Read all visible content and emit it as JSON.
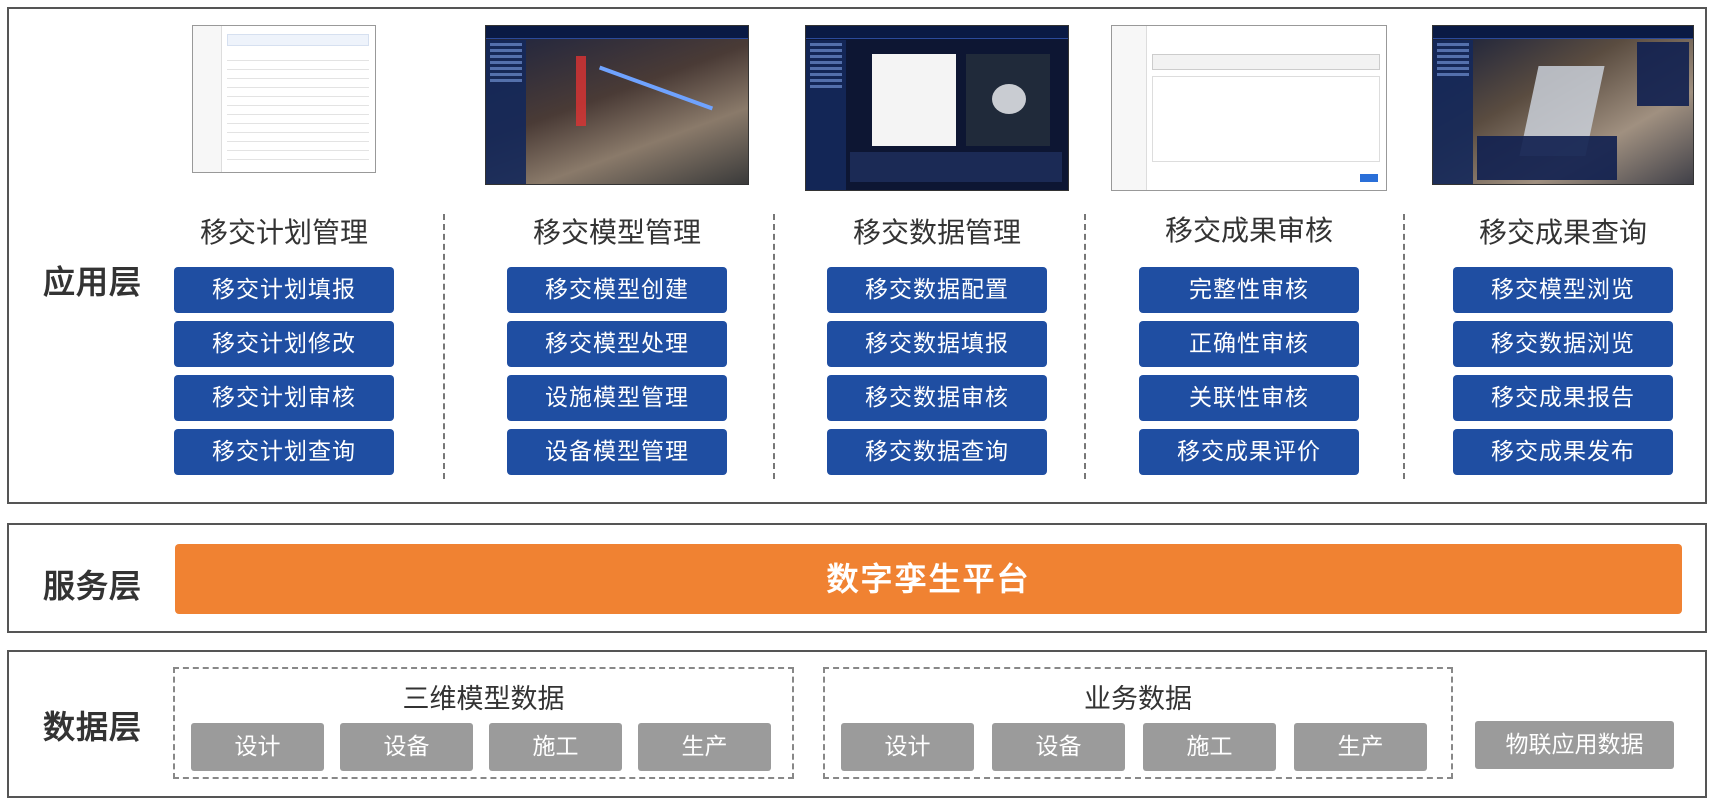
{
  "layers": {
    "application": {
      "label": "应用层",
      "columns": [
        {
          "title": "移交计划管理",
          "thumb": "table-list-screenshot",
          "items": [
            "移交计划填报",
            "移交计划修改",
            "移交计划审核",
            "移交计划查询"
          ]
        },
        {
          "title": "移交模型管理",
          "thumb": "3d-terrain-screenshot",
          "items": [
            "移交模型创建",
            "移交模型处理",
            "设施模型管理",
            "设备模型管理"
          ]
        },
        {
          "title": "移交数据管理",
          "thumb": "drawing-viewer-screenshot",
          "items": [
            "移交数据配置",
            "移交数据填报",
            "移交数据审核",
            "移交数据查询"
          ]
        },
        {
          "title": "移交成果审核",
          "thumb": "review-form-screenshot",
          "items": [
            "完整性审核",
            "正确性审核",
            "关联性审核",
            "移交成果评价"
          ]
        },
        {
          "title": "移交成果查询",
          "thumb": "3d-model-browse-screenshot",
          "items": [
            "移交模型浏览",
            "移交数据浏览",
            "移交成果报告",
            "移交成果发布"
          ]
        }
      ]
    },
    "service": {
      "label": "服务层",
      "platform": "数字孪生平台"
    },
    "data": {
      "label": "数据层",
      "groups": [
        {
          "title": "三维模型数据",
          "items": [
            "设计",
            "设备",
            "施工",
            "生产"
          ]
        },
        {
          "title": "业务数据",
          "items": [
            "设计",
            "设备",
            "施工",
            "生产"
          ]
        }
      ],
      "standalone": "物联应用数据"
    }
  },
  "colors": {
    "button_blue": "#1f4ea2",
    "platform_orange": "#f08232",
    "chip_gray": "#9b9b9b",
    "border": "#555555"
  }
}
